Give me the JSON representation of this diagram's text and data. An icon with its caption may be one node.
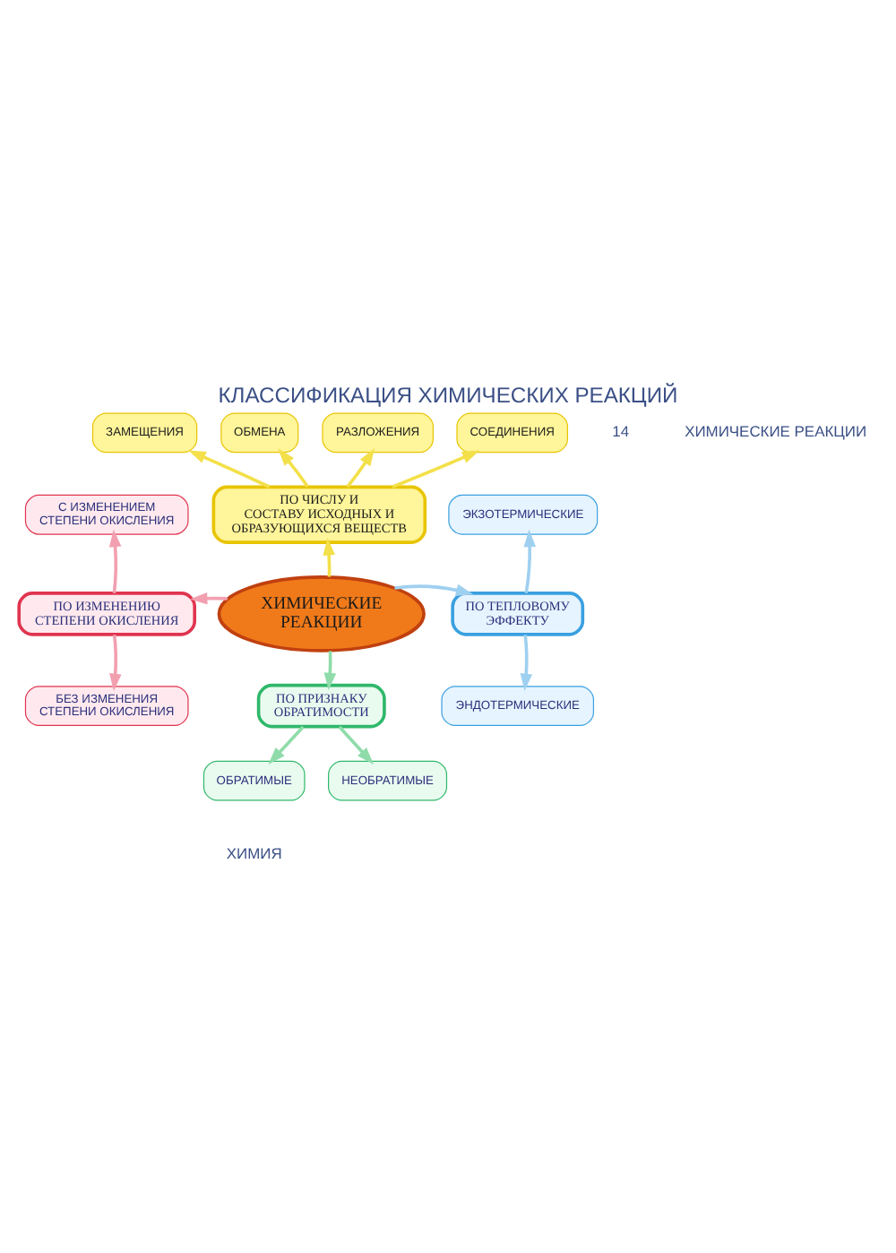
{
  "diagram": {
    "title": "КЛАССИФИКАЦИЯ ХИМИЧЕСКИХ РЕАКЦИЙ",
    "nodes": [
      {
        "text": [
          "ЗАМЕЩЕНИЯ"
        ]
      },
      {
        "text": [
          "ОБМЕНА"
        ]
      },
      {
        "text": [
          "РАЗЛОЖЕНИЯ"
        ]
      },
      {
        "text": [
          "СОЕДИНЕНИЯ"
        ]
      },
      {
        "text": [
          "ПО ЧИСЛУ И СОСТАВУ ИСХОДНЫХ И ОБРАЗУЮЩИХСЯ ВЕЩЕСТВ"
        ]
      },
      {
        "text": [
          "С ИЗМЕНЕНИЕМ СТЕПЕНИ ОКИСЛЕНИЯ"
        ]
      },
      {
        "text": [
          "ЭКЗОТЕРМИЧЕСКИЕ"
        ]
      },
      {
        "text": [
          "ПО ИЗМЕНЕНИЮ СТЕПЕНИ ОКИСЛЕНИЯ"
        ]
      },
      {
        "text": [
          "ХИМИЧЕСКИЕ РЕАКЦИИ"
        ]
      },
      {
        "text": [
          "ПО ТЕПЛОВОМУ ЭФФЕКТУ"
        ]
      },
      {
        "text": [
          "БЕЗ ИЗМЕНЕНИЯ СТЕПЕНИ ОКИСЛЕНИЯ"
        ]
      },
      {
        "text": [
          "ЭНДОТЕРМИЧЕСКИЕ"
        ]
      },
      {
        "text": [
          "ПО ПРИЗНАКУ ОБРАТИМОСТИ"
        ]
      },
      {
        "text": [
          "ОБРАТИМЫЕ"
        ]
      },
      {
        "text": [
          "НЕОБРАТИМЫЕ"
        ]
      }
    ],
    "edges": [
      {
        "from": 8,
        "to": 4,
        "arrow": "to",
        "color": "#f3e04a"
      },
      {
        "from": 4,
        "to": 0,
        "arrow": "to",
        "color": "#f3e04a"
      },
      {
        "from": 4,
        "to": 1,
        "arrow": "to",
        "color": "#f3e04a"
      },
      {
        "from": 4,
        "to": 2,
        "arrow": "to",
        "color": "#f3e04a"
      },
      {
        "from": 4,
        "to": 3,
        "arrow": "to",
        "color": "#f3e04a"
      },
      {
        "from": 8,
        "to": 7,
        "arrow": "to",
        "color": "#f2a0b0"
      },
      {
        "from": 7,
        "to": 5,
        "arrow": "to",
        "color": "#f2a0b0"
      },
      {
        "from": 7,
        "to": 10,
        "arrow": "to",
        "color": "#f2a0b0"
      },
      {
        "from": 8,
        "to": 9,
        "arrow": "to",
        "color": "#9fd0f0"
      },
      {
        "from": 9,
        "to": 6,
        "arrow": "to",
        "color": "#9fd0f0"
      },
      {
        "from": 9,
        "to": 11,
        "arrow": "to",
        "color": "#9fd0f0"
      },
      {
        "from": 8,
        "to": 12,
        "arrow": "to",
        "color": "#8fdcaa"
      },
      {
        "from": 12,
        "to": 13,
        "arrow": "to",
        "color": "#8fdcaa"
      },
      {
        "from": 12,
        "to": 14,
        "arrow": "to",
        "color": "#8fdcaa"
      }
    ],
    "labels": [
      "14",
      "ХИМИЧЕСКИЕ РЕАКЦИИ",
      "ХИМИЯ"
    ]
  }
}
